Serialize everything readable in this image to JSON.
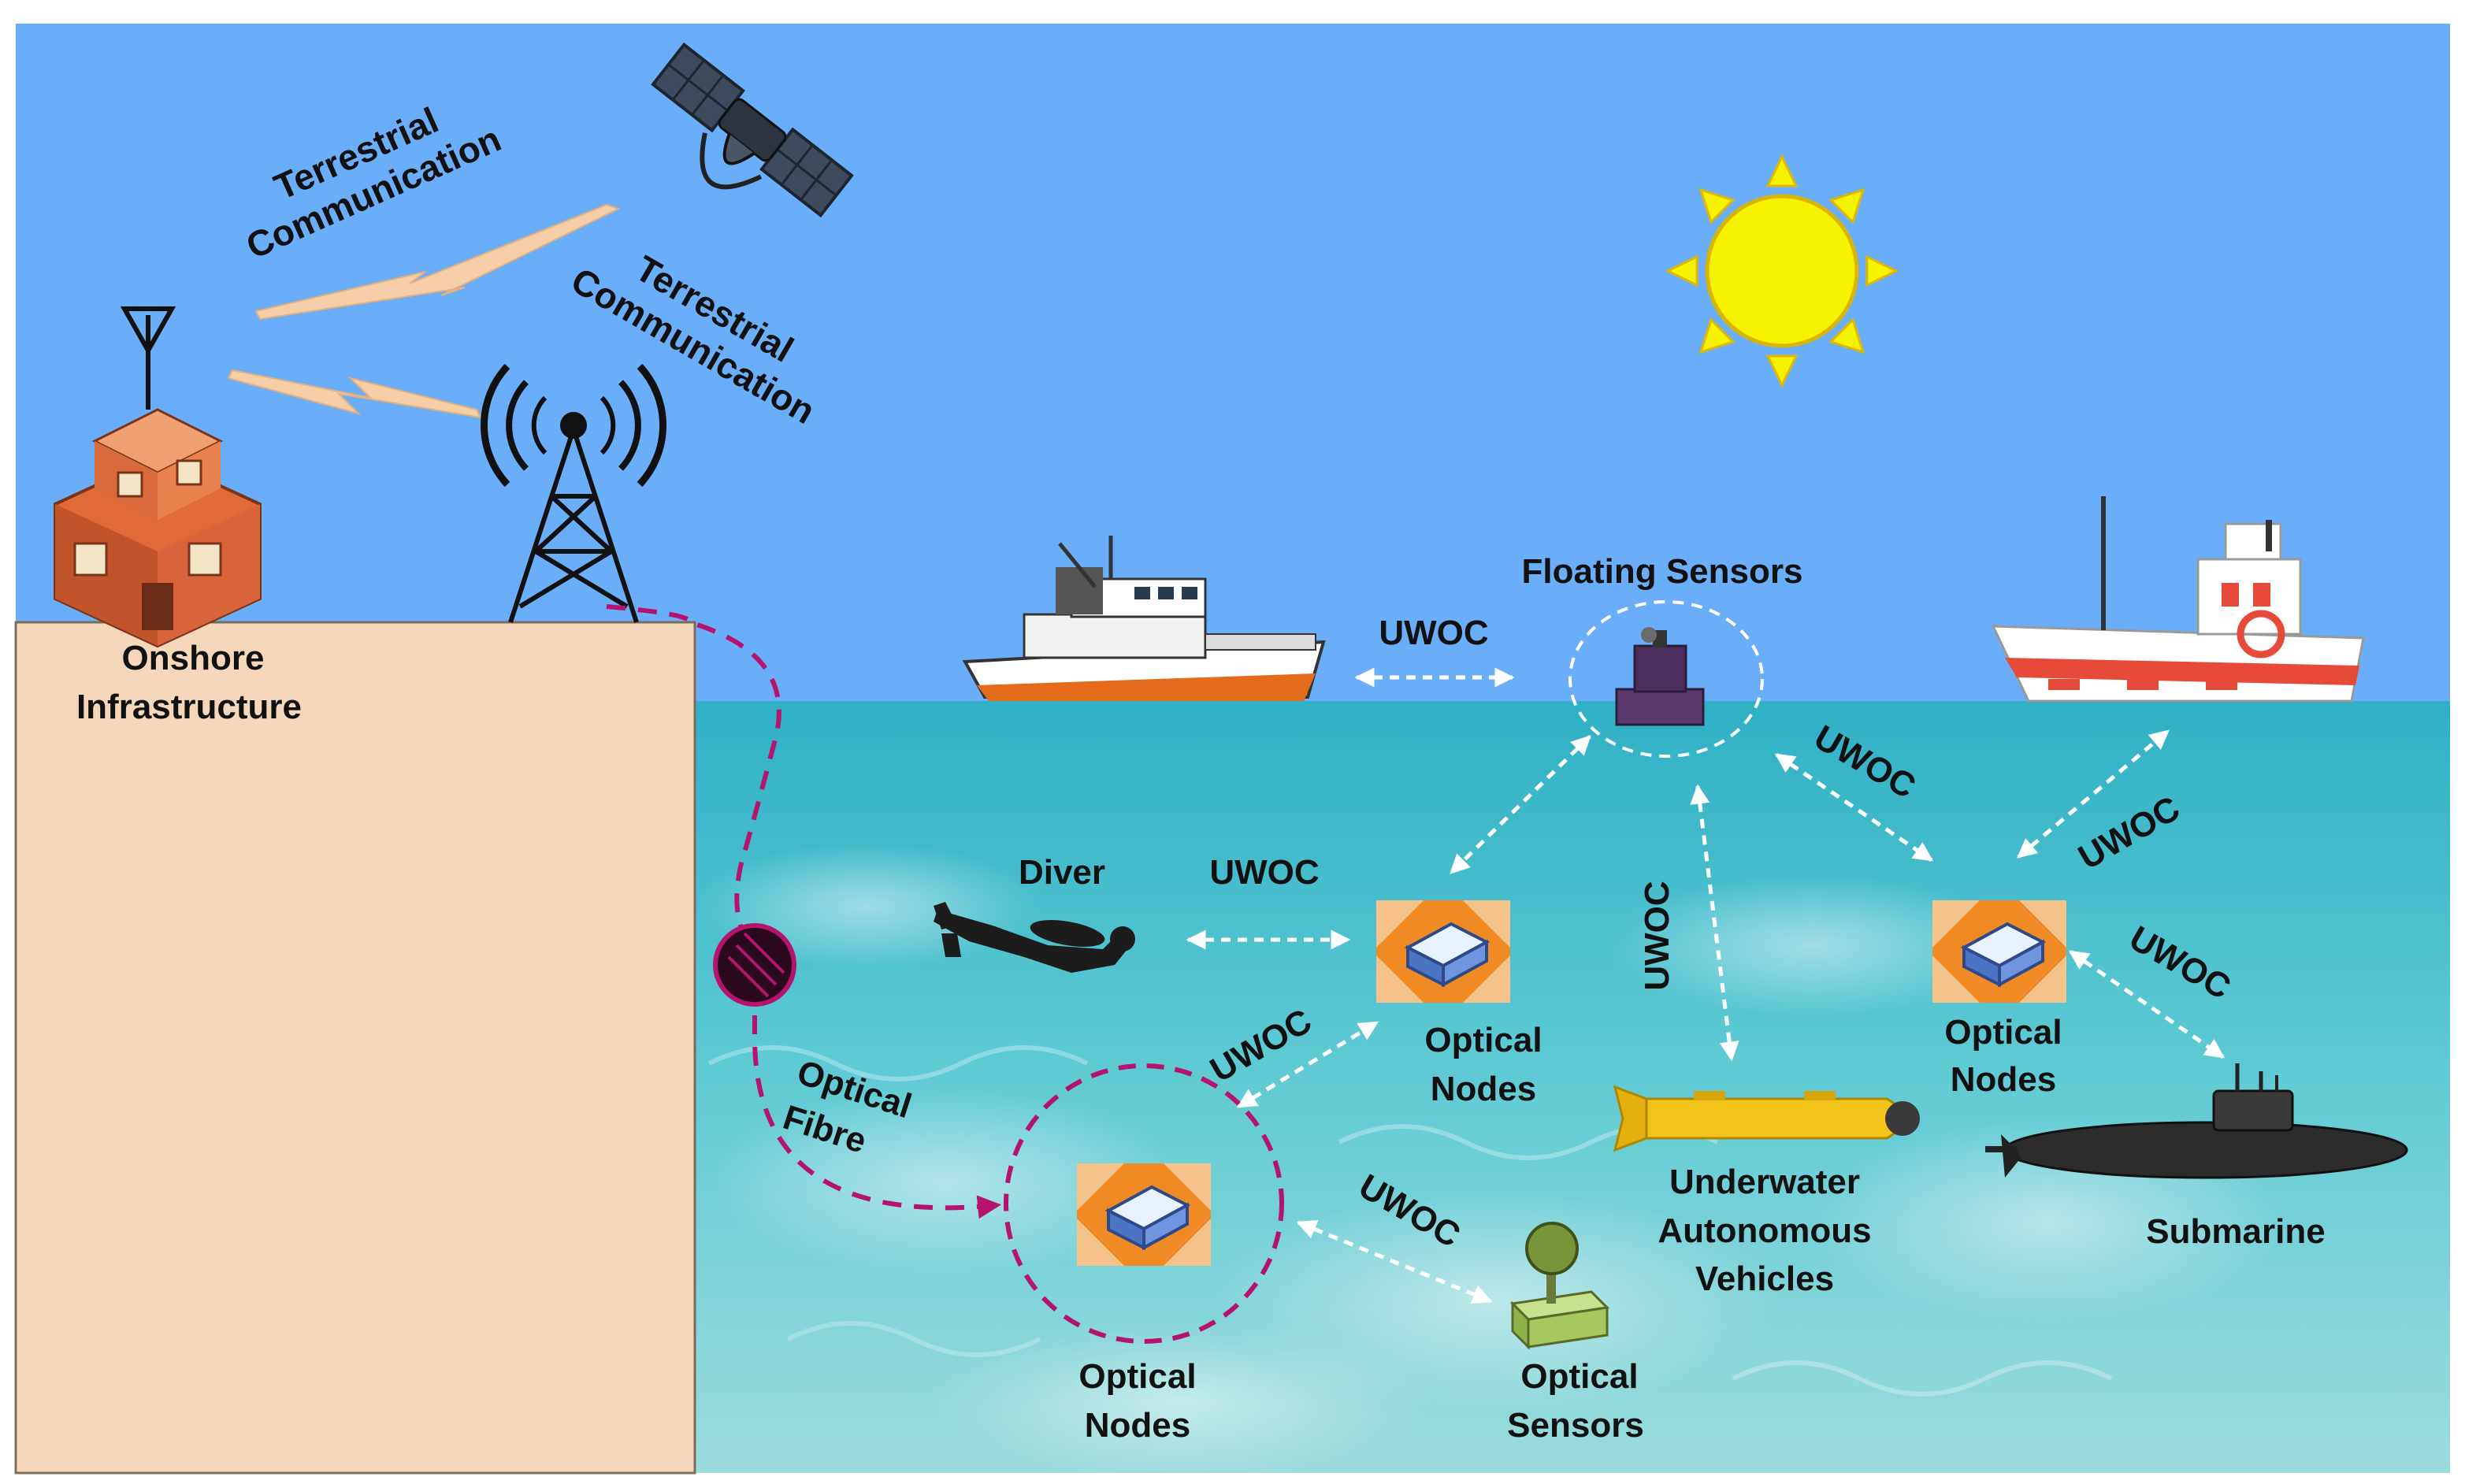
{
  "labels": {
    "terrestrial_1_line1": "Terrestrial",
    "terrestrial_1_line2": "Communication",
    "terrestrial_2_line1": "Terrestrial",
    "terrestrial_2_line2": "Communication",
    "onshore_line1": "Onshore",
    "onshore_line2": "Infrastructure",
    "floating_sensors": "Floating Sensors",
    "uwoc": "UWOC",
    "diver": "Diver",
    "optical_nodes_line1": "Optical",
    "optical_nodes_line2": "Nodes",
    "optical_fibre_line1": "Optical",
    "optical_fibre_line2": "Fibre",
    "uav_line1": "Underwater",
    "uav_line2": "Autonomous",
    "uav_line3": "Vehicles",
    "submarine": "Submarine",
    "optical_sensors_line1": "Optical",
    "optical_sensors_line2": "Sensors"
  },
  "colors": {
    "sky": "#6aaef9",
    "sea": "#5ac3cf",
    "sea_deep": "#39b2c2",
    "land": "#f5d8bb",
    "land_border": "#7c6c5c",
    "fibre": "#b5136e",
    "link": "#ffffff",
    "node_orange": "#f08a24",
    "sun": "#f7f200",
    "lightning": "#f6cfa8"
  },
  "icons": [
    "satellite-icon",
    "antenna-tower-icon",
    "building-icon",
    "sun-icon",
    "ship-icon",
    "buoy-icon",
    "diver-icon",
    "optical-node-icon",
    "auv-icon",
    "submarine-icon",
    "optical-sensor-icon",
    "fibre-splice-icon"
  ]
}
